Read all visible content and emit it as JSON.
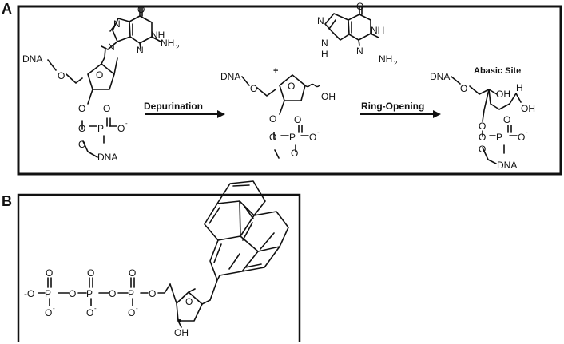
{
  "panel_a": {
    "label": "A",
    "step1_label": "Depurination",
    "step2_label": "Ring-Opening",
    "plus": "+",
    "abasic_title": "Abasic Site",
    "mol1": {
      "dna_top": "DNA",
      "o_5": "O",
      "o_ring": "O",
      "o_3": "O",
      "p": "P",
      "o_dbl": "O",
      "o_minus": "O",
      "minus": "-",
      "o_lower": "O",
      "dna_bottom": "DNA",
      "guanine": {
        "carbonyl_o": "O",
        "nh": "NH",
        "nh2_n": "NH",
        "nh2_sub": "2",
        "n_ring": "N",
        "n_imid_top": "N",
        "n9": "N"
      }
    },
    "mol2": {
      "dna_top": "DNA",
      "o_5": "O",
      "o_ring": "O",
      "oh": "OH",
      "o_3": "O",
      "p": "P",
      "o_dbl": "O",
      "o_minus": "O",
      "minus": "-",
      "o_lower": "O"
    },
    "free_guanine": {
      "carbonyl_o": "O",
      "nh": "NH",
      "nh2_n": "NH",
      "nh2_sub": "2",
      "n_ring": "N",
      "n_imid_top": "N",
      "nh_imid_n": "N",
      "nh_imid_h": "H"
    },
    "mol3": {
      "dna_top": "DNA",
      "o_5": "O",
      "oh": "OH",
      "h": "H",
      "oh_ald": "OH",
      "o_3": "O",
      "p": "P",
      "o_dbl": "O",
      "o_minus": "O",
      "minus": "-",
      "o_lower": "O",
      "dna_bottom": "DNA"
    }
  },
  "panel_b": {
    "label": "B",
    "o_minus_left": "-O",
    "p1": "P",
    "p2": "P",
    "p3": "P",
    "o_bridge1": "O",
    "o_bridge2": "O",
    "o_bridge3": "O",
    "o_top1": "O",
    "o_top2": "O",
    "o_top3": "O",
    "o_bot1": "O",
    "o_bot2": "O",
    "o_bot3": "O",
    "minus": "-",
    "o_ring": "O",
    "oh": "OH"
  }
}
